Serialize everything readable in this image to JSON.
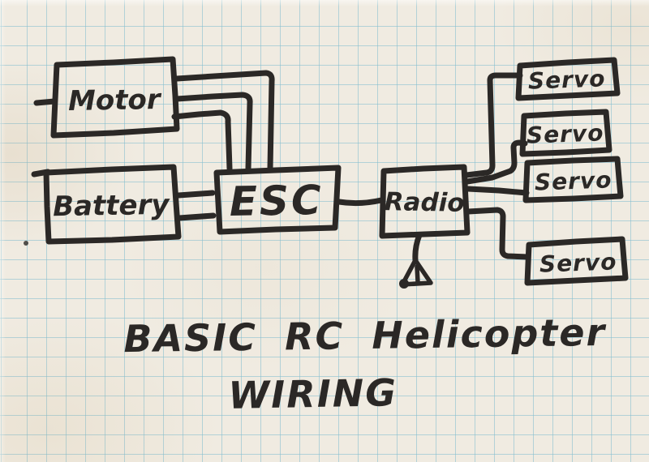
{
  "document": {
    "title_line1": "BASIC RC Helicopter",
    "title_line2": "WIRING"
  },
  "diagram": {
    "type": "hand-drawn wiring diagram",
    "nodes": {
      "motor": {
        "label": "Motor"
      },
      "battery": {
        "label": "Battery"
      },
      "esc": {
        "label": "ESC"
      },
      "radio": {
        "label": "Radio"
      },
      "servo1": {
        "label": "Servo"
      },
      "servo2": {
        "label": "Servo"
      },
      "servo3": {
        "label": "Servo"
      },
      "servo4": {
        "label": "Servo"
      }
    },
    "connections": [
      {
        "from": "Motor",
        "to": "ESC",
        "wires": 3
      },
      {
        "from": "Battery",
        "to": "ESC",
        "wires": 2
      },
      {
        "from": "ESC",
        "to": "Radio",
        "wires": 1
      },
      {
        "from": "Radio",
        "to": "Servo (top)",
        "wires": 1
      },
      {
        "from": "Radio",
        "to": "Servo (second)",
        "wires": 1
      },
      {
        "from": "Radio",
        "to": "Servo (third)",
        "wires": 1
      },
      {
        "from": "Radio",
        "to": "Servo (bottom)",
        "wires": 1
      },
      {
        "from": "Radio",
        "to": "Antenna",
        "wires": 1
      }
    ],
    "icons": {
      "antenna": "antenna-icon"
    }
  },
  "style": {
    "ink_color": "#2b2826",
    "paper_color": "#f0ebe1",
    "grid_color": "rgba(128,188,208,0.55)"
  }
}
